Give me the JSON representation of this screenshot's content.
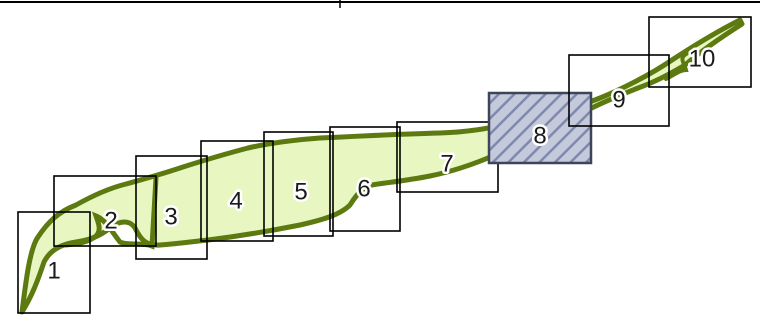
{
  "diagram": {
    "colors": {
      "region_fill": "#e8f7c2",
      "region_outline": "#5c7a10",
      "box_stroke": "#000000",
      "highlight_fill": "#c4c9dc",
      "highlight_hatch": "#7f89ab",
      "highlight_stroke": "#3c4658"
    },
    "boxes": [
      {
        "label": "1",
        "highlighted": false
      },
      {
        "label": "2",
        "highlighted": false
      },
      {
        "label": "3",
        "highlighted": false
      },
      {
        "label": "4",
        "highlighted": false
      },
      {
        "label": "5",
        "highlighted": false
      },
      {
        "label": "6",
        "highlighted": false
      },
      {
        "label": "7",
        "highlighted": false
      },
      {
        "label": "8",
        "highlighted": true
      },
      {
        "label": "9",
        "highlighted": false
      },
      {
        "label": "10",
        "highlighted": false
      }
    ]
  }
}
